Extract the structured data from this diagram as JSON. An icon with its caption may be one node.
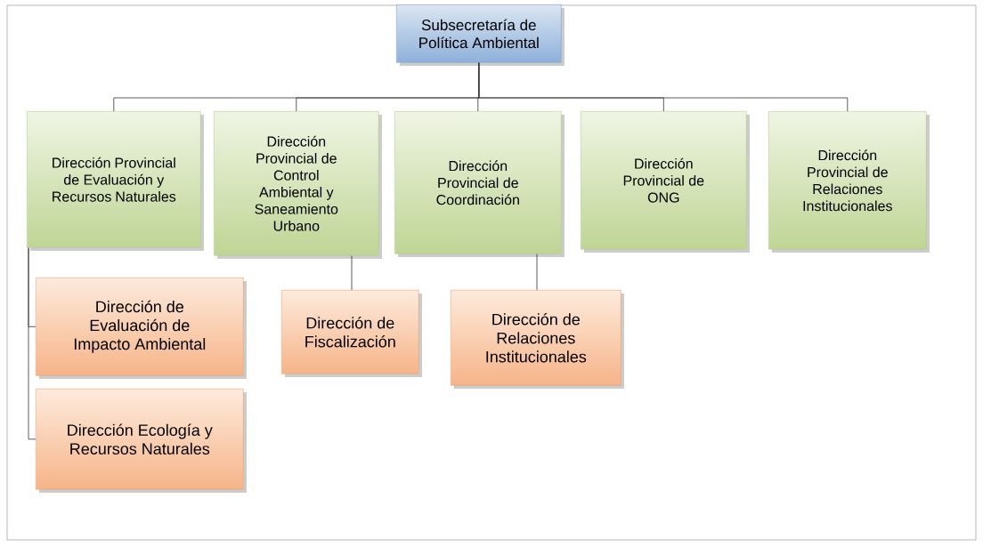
{
  "diagram": {
    "nodes": [
      {
        "text": [
          "Subsecretaría de Política Ambiental"
        ]
      },
      {
        "text": [
          "Dirección Provincial de Evaluación y Recursos Naturales"
        ]
      },
      {
        "text": [
          "Dirección Provincial de Control Ambiental y Saneamiento Urbano"
        ]
      },
      {
        "text": [
          "Dirección Provincial de Coordinación"
        ]
      },
      {
        "text": [
          "Dirección Provincial de ONG"
        ]
      },
      {
        "text": [
          "Dirección Provincial de Relaciones Institucionales"
        ]
      },
      {
        "text": [
          "Dirección de Evaluación de Impacto Ambiental"
        ]
      },
      {
        "text": [
          "Dirección Ecología y Recursos Naturales"
        ]
      },
      {
        "text": [
          "Dirección de Fiscalización"
        ]
      },
      {
        "text": [
          "Dirección de Relaciones Institucionales"
        ]
      }
    ],
    "edges": [
      {
        "from": 0,
        "to": 1,
        "arrow": "none"
      },
      {
        "from": 0,
        "to": 2,
        "arrow": "none"
      },
      {
        "from": 0,
        "to": 3,
        "arrow": "none"
      },
      {
        "from": 0,
        "to": 4,
        "arrow": "none"
      },
      {
        "from": 0,
        "to": 5,
        "arrow": "none"
      },
      {
        "from": 1,
        "to": 6,
        "arrow": "none"
      },
      {
        "from": 1,
        "to": 7,
        "arrow": "none"
      },
      {
        "from": 2,
        "to": 8,
        "arrow": "none"
      },
      {
        "from": 3,
        "to": 9,
        "arrow": "none"
      }
    ]
  }
}
